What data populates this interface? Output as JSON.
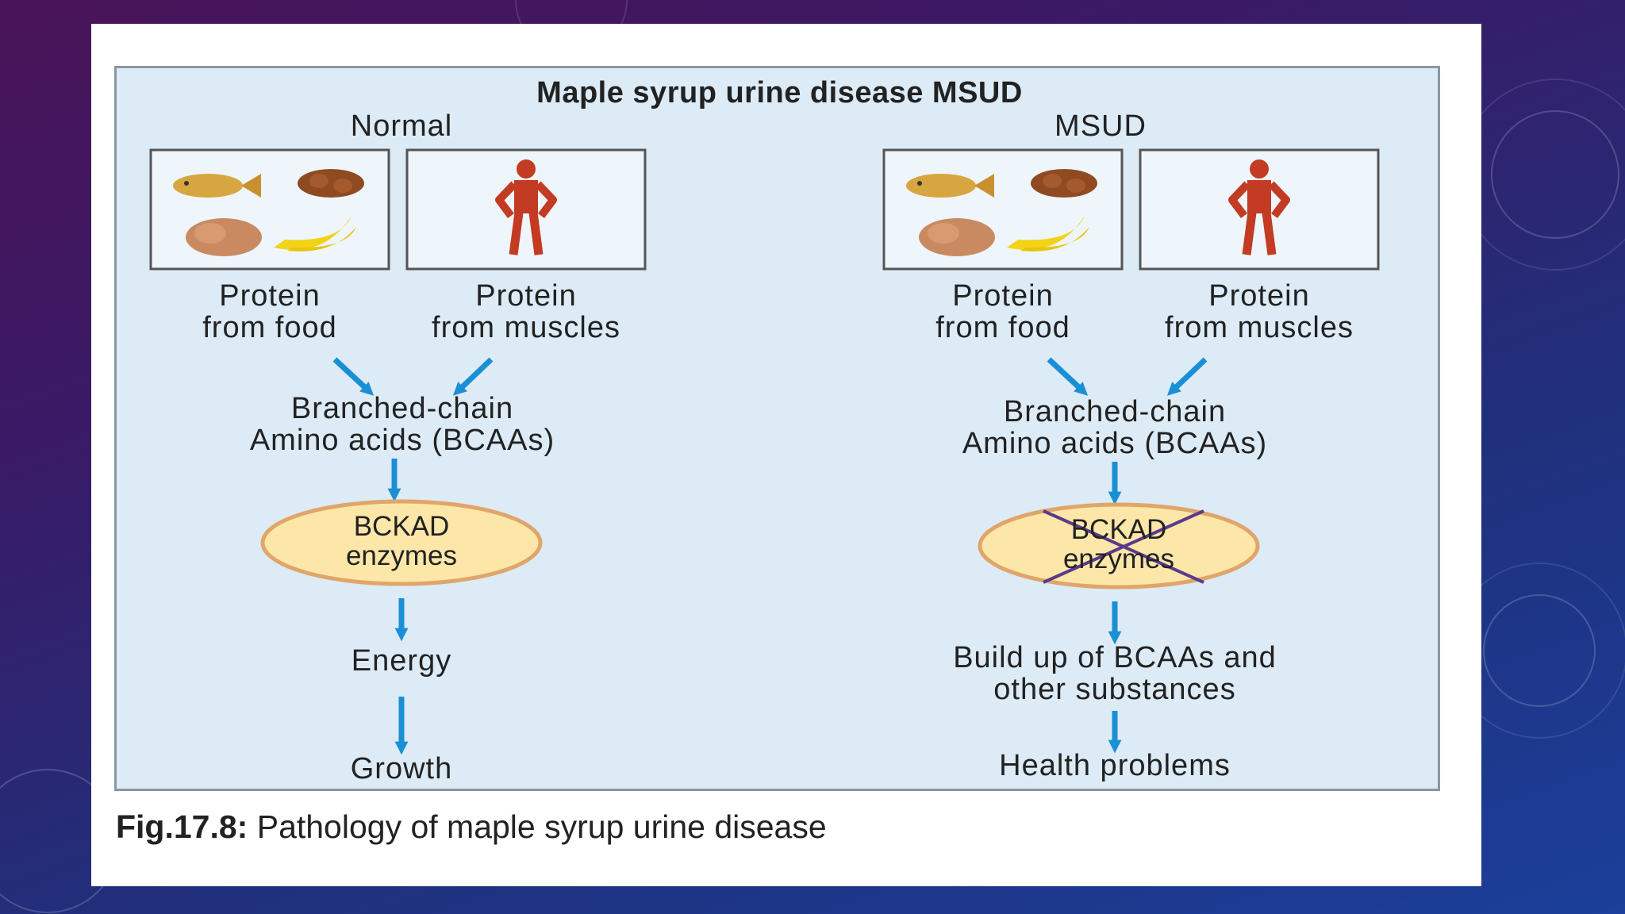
{
  "figure": {
    "title": "Maple syrup urine disease MSUD",
    "columns": [
      {
        "heading": "Normal",
        "food_label": "Protein\nfrom food",
        "muscle_label": "Protein\nfrom muscles",
        "bcaa_label": "Branched-chain\nAmino acids (BCAAs)",
        "enzyme_label": "BCKAD\nenzymes",
        "enzyme_blocked": false,
        "step1_label": "Energy",
        "step2_label": "Growth"
      },
      {
        "heading": "MSUD",
        "food_label": "Protein\nfrom food",
        "muscle_label": "Protein\nfrom muscles",
        "bcaa_label": "Branched-chain\nAmino acids (BCAAs)",
        "enzyme_label": "BCKAD\nenzymes",
        "enzyme_blocked": true,
        "step1_label": "Build up of BCAAs and\nother substances",
        "step2_label": "Health problems"
      }
    ],
    "icons": [
      "fish-icon",
      "nuts-icon",
      "potato-icon",
      "banana-icon",
      "person-icon",
      "blocked-cross-icon",
      "arrow-icon"
    ],
    "colors": {
      "panel_bg": "#dcebf6",
      "arrow": "#1a8fd6",
      "enzyme_fill": "#fde7a8",
      "enzyme_border": "#e0a56a",
      "cross": "#5b3a8c",
      "person": "#c23b22"
    }
  },
  "caption": {
    "label": "Fig.17.8:",
    "text": " Pathology of maple syrup urine disease"
  }
}
